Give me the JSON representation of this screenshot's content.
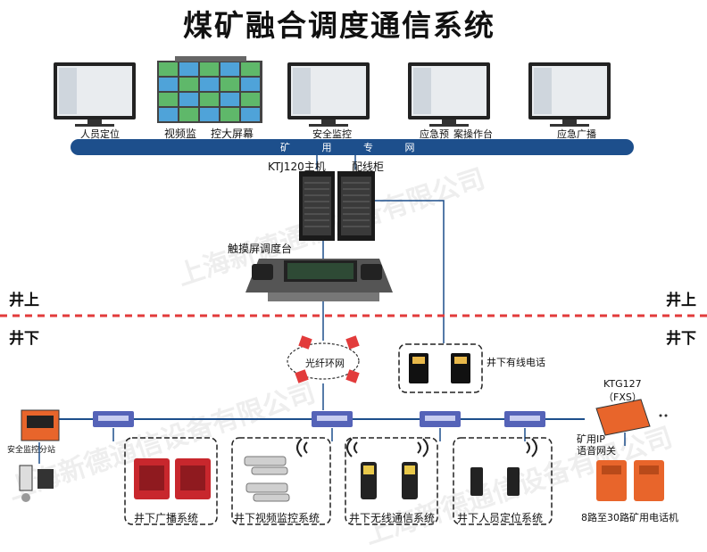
{
  "title": "煤矿融合调度通信系统",
  "network_label": "矿 用 专 网",
  "top_devices": {
    "personnel": "人员定位",
    "video_wall_left": "视频监",
    "video_wall_right": "控大屏幕",
    "safety": "安全监控",
    "emergency_plan": "应急预",
    "case_platform": "案操作台",
    "emergency_broadcast": "应急广播"
  },
  "host_label": "KTJ120主机",
  "cabinet_label": "配线柜",
  "console_label": "触摸屏调度台",
  "above_ground": "井上",
  "below_ground": "井下",
  "fiber_ring": "光纤环网",
  "wired_phone": "井下有线电话",
  "safety_substation": "安全监控分站",
  "gateway_model": "KTG127",
  "gateway_fxs": "（FXS）",
  "gateway_line1": "矿用IP",
  "gateway_line2": "语音网关",
  "subsystems": {
    "broadcast": "井下广播系统",
    "video": "井下视频监控系统",
    "wireless": "井下无线通信系统",
    "personnel": "井下人员定位系统",
    "phones": "8路至30路矿用电话机"
  },
  "watermarks": [
    "上海新德通信设备有限公司",
    "上海新德通信设备有限公司",
    "上海新德通信设备有限公司"
  ],
  "colors": {
    "network": "#1d4f8c",
    "divider": "#e23b3b",
    "line": "#1d4f8c",
    "switch": "#5563b8",
    "red_device": "#c8272d",
    "orange_device": "#e8652b"
  }
}
